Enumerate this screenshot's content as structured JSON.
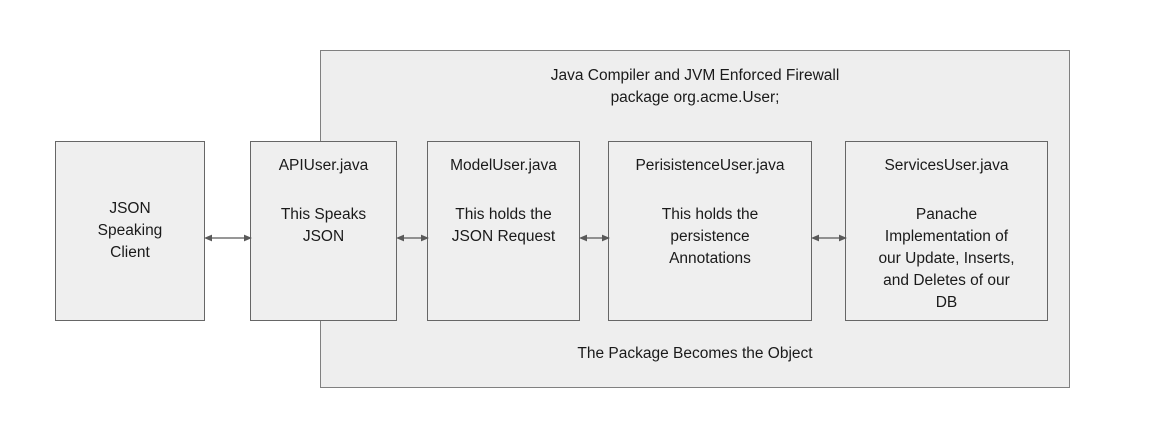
{
  "diagram": {
    "title": "Java Compiler and JVM Enforced Firewall",
    "subtitle": "package org.acme.User;",
    "footer": "The Package Becomes the Object",
    "colors": {
      "page_background": "#ffffff",
      "container_fill": "#eeeeee",
      "container_border": "#808080",
      "node_fill": "#efefef",
      "node_border": "#666666",
      "text": "#1a1a1a",
      "arrow": "#595959"
    }
  },
  "nodes": [
    {
      "id": "client",
      "title": "",
      "description": "JSON\nSpeaking\nClient",
      "inside_firewall": false
    },
    {
      "id": "api",
      "title": "APIUser.java",
      "description": "This Speaks\nJSON",
      "inside_firewall": true
    },
    {
      "id": "model",
      "title": "ModelUser.java",
      "description": "This holds the\nJSON Request",
      "inside_firewall": true
    },
    {
      "id": "persistence",
      "title": "PerisistenceUser.java",
      "description": "This holds the\npersistence\nAnnotations",
      "inside_firewall": true
    },
    {
      "id": "services",
      "title": "ServicesUser.java",
      "description": "Panache\nImplementation of\nour Update, Inserts,\nand Deletes of our\nDB",
      "inside_firewall": true
    }
  ],
  "connectors": [
    {
      "id": "client-api",
      "from": "client",
      "to": "api",
      "style": "double-arrow"
    },
    {
      "id": "api-model",
      "from": "api",
      "to": "model",
      "style": "double-arrow"
    },
    {
      "id": "model-persistence",
      "from": "model",
      "to": "persistence",
      "style": "double-arrow"
    },
    {
      "id": "persistence-services",
      "from": "persistence",
      "to": "services",
      "style": "double-arrow"
    }
  ]
}
